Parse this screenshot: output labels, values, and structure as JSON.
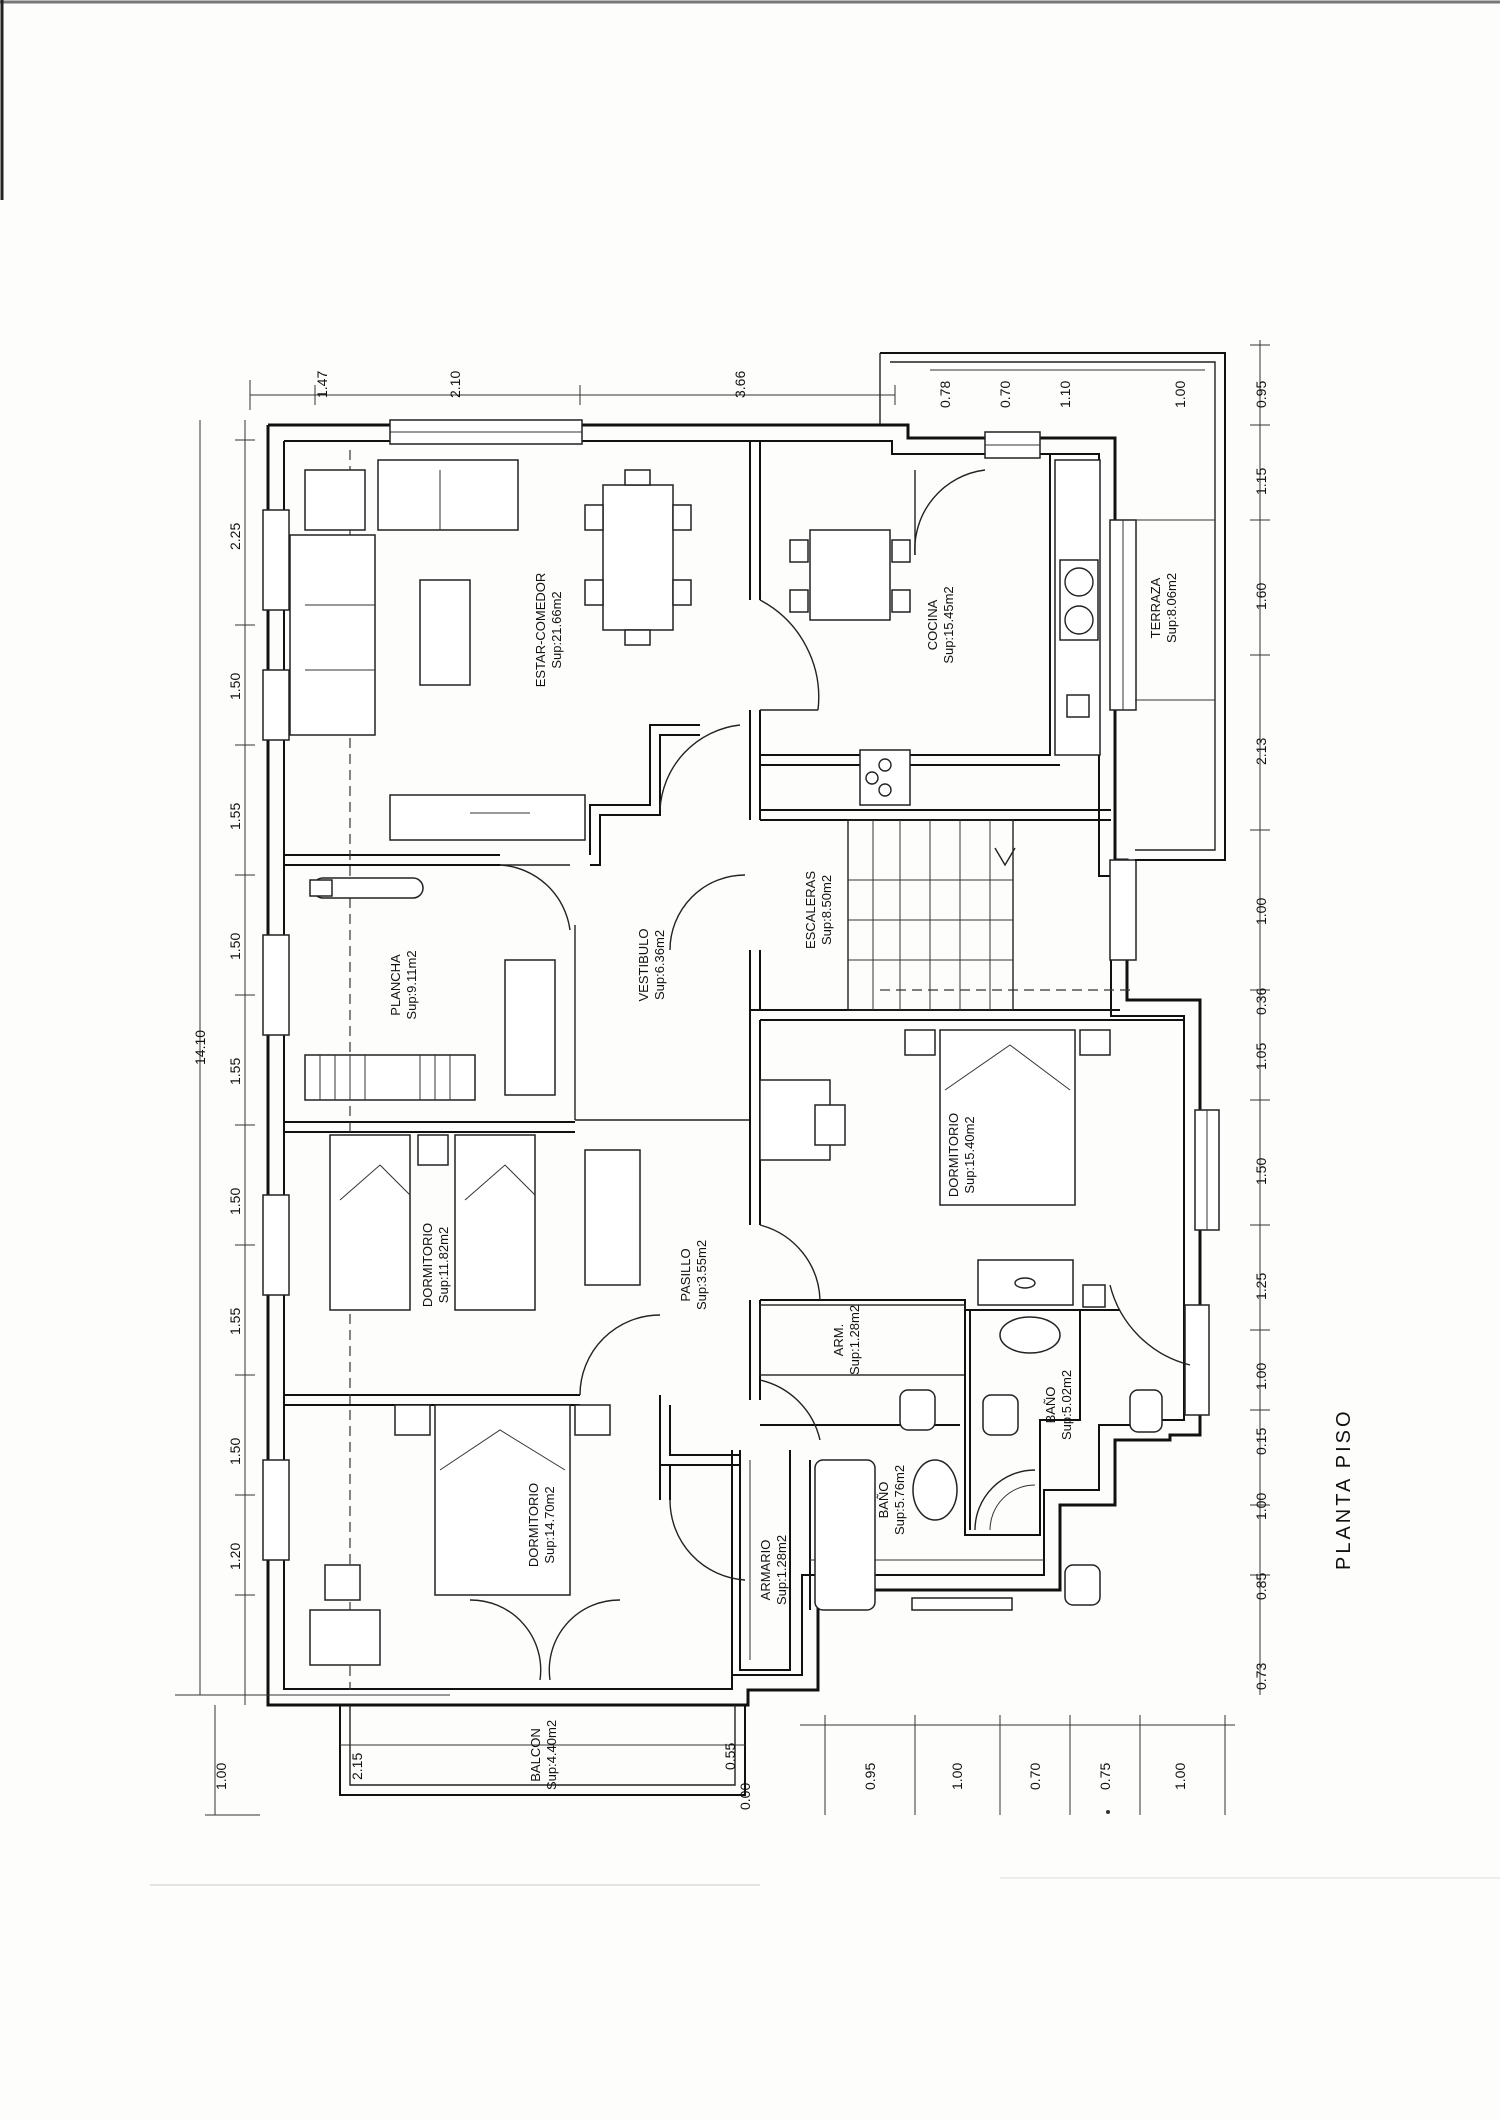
{
  "title": "PLANTA PISO",
  "rooms": [
    {
      "name": "ESTAR-COMEDOR",
      "area": "Sup:21.66m2"
    },
    {
      "name": "COCINA",
      "area": "Sup:15.45m2"
    },
    {
      "name": "TERRAZA",
      "area": "Sup:8.06m2"
    },
    {
      "name": "PLANCHA",
      "area": "Sup:9.11m2"
    },
    {
      "name": "VESTIBULO",
      "area": "Sup:6.36m2"
    },
    {
      "name": "ESCALERAS",
      "area": "Sup:8.50m2"
    },
    {
      "name": "DORMITORIO",
      "area": "Sup:11.82m2"
    },
    {
      "name": "PASILLO",
      "area": "Sup:3.55m2"
    },
    {
      "name": "DORMITORIO",
      "area": "Sup:15.40m2"
    },
    {
      "name": "ARM.",
      "area": "Sup:1.28m2"
    },
    {
      "name": "BAÑO",
      "area": "Sup:5.02m2"
    },
    {
      "name": "BAÑO",
      "area": "Sup:5.76m2"
    },
    {
      "name": "DORMITORIO",
      "area": "Sup:14.70m2"
    },
    {
      "name": "ARMARIO",
      "area": "Sup:1.28m2"
    },
    {
      "name": "BALCON",
      "area": "Sup:4.40m2"
    }
  ],
  "dimensions": {
    "top": [
      "1.47",
      "2.10",
      "3.66"
    ],
    "left_total": "14.10",
    "left": [
      "2.25",
      "1.50",
      "1.55",
      "1.50",
      "1.55",
      "1.50",
      "1.55",
      "1.50",
      "1.20"
    ],
    "right": [
      "0.95",
      "1.15",
      "1.60",
      "2.13",
      "1.00",
      "0.36",
      "1.05",
      "1.50",
      "1.25",
      "1.00",
      "0.15",
      "1.00",
      "0.85",
      "0.73"
    ],
    "terrace": [
      "0.78",
      "0.70",
      "1.10",
      "1.00"
    ],
    "bottom": [
      "0.95",
      "1.00",
      "0.70",
      "0.75",
      "1.00"
    ],
    "balcony": [
      "1.00",
      "2.15",
      "0.55",
      "0.00"
    ]
  }
}
